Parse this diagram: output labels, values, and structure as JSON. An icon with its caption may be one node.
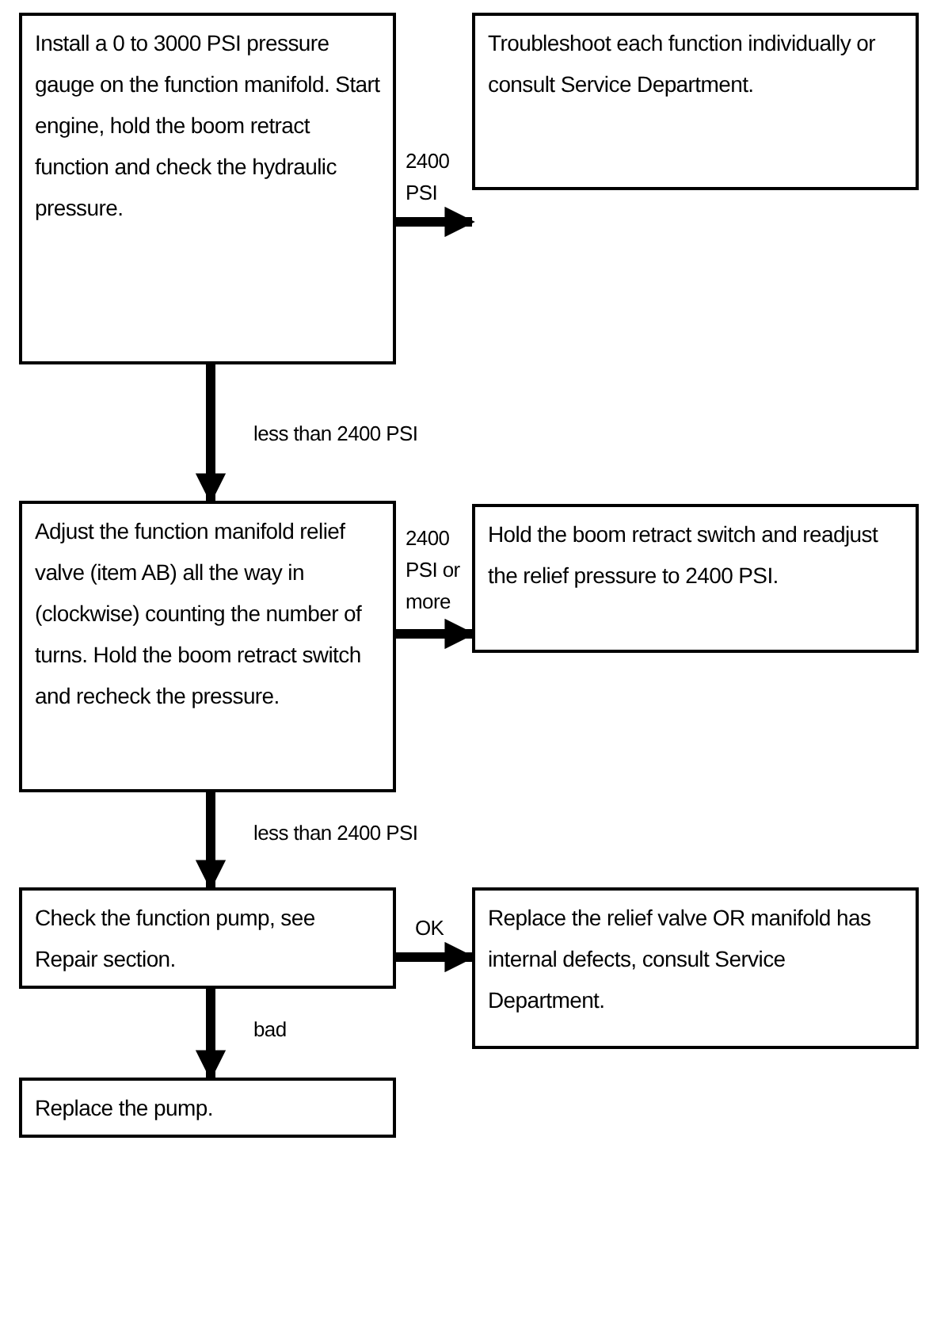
{
  "diagram": {
    "nodes": [
      {
        "text": [
          "Install a 0 to 3000 PSI pressure gauge on the function manifold. Start engine, hold the boom retract function and check the hydraulic pressure."
        ]
      },
      {
        "text": [
          "Troubleshoot each function individually or consult Service Department."
        ]
      },
      {
        "text": [
          "Adjust the function manifold relief valve (item AB) all the way in (clockwise) counting the number of turns. Hold the boom retract switch and recheck the pressure."
        ]
      },
      {
        "text": [
          "Hold the boom retract switch and readjust the relief pressure to 2400 PSI."
        ]
      },
      {
        "text": [
          "Check the function pump, see Repair section."
        ]
      },
      {
        "text": [
          "Replace the relief valve OR manifold has internal defects, consult Service Department."
        ]
      },
      {
        "text": [
          "Replace the pump."
        ]
      }
    ],
    "edges": [
      {
        "from": 0,
        "to": 1,
        "arrow": "to",
        "label": "2400 PSI"
      },
      {
        "from": 0,
        "to": 2,
        "arrow": "to",
        "label": "less than 2400 PSI"
      },
      {
        "from": 2,
        "to": 3,
        "arrow": "to",
        "label": "2400 PSI or more"
      },
      {
        "from": 2,
        "to": 4,
        "arrow": "to",
        "label": "less than 2400 PSI"
      },
      {
        "from": 4,
        "to": 5,
        "arrow": "to",
        "label": "OK"
      },
      {
        "from": 4,
        "to": 6,
        "arrow": "to",
        "label": "bad"
      }
    ]
  }
}
